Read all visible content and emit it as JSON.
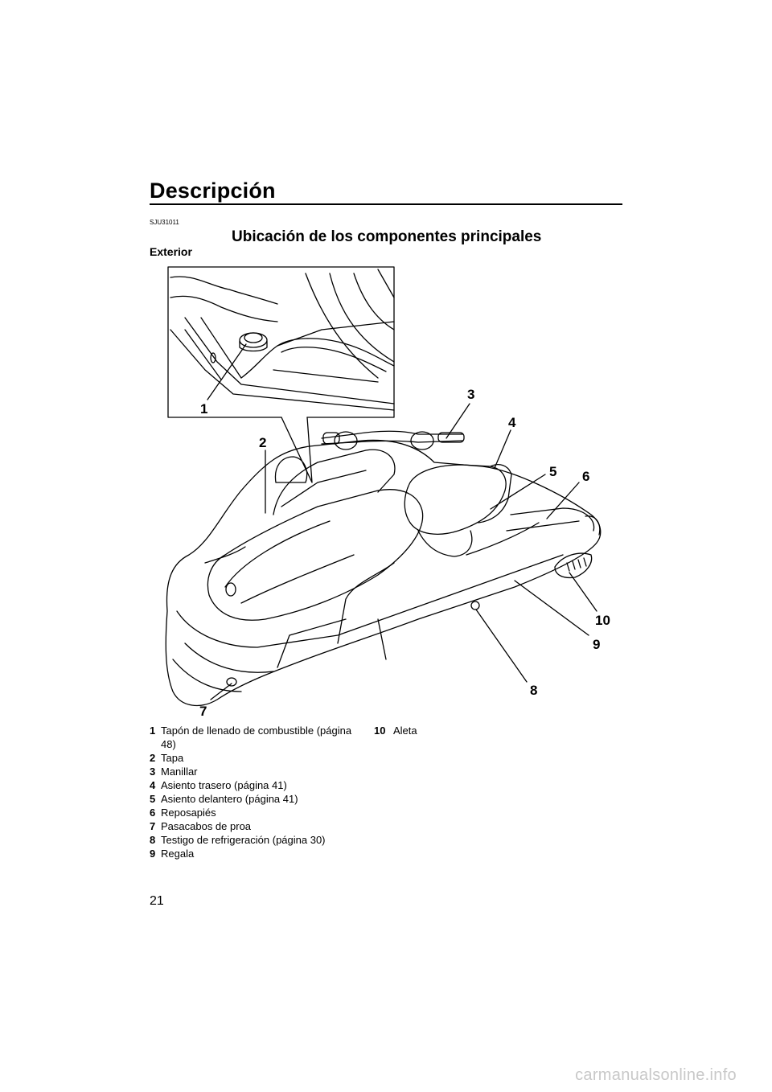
{
  "header": {
    "title": "Descripción",
    "page_number": "21"
  },
  "section": {
    "code": "SJU31011",
    "title": "Ubicación de los componentes principales",
    "subheading": "Exterior"
  },
  "figure": {
    "callouts": [
      "1",
      "2",
      "3",
      "4",
      "5",
      "6",
      "7",
      "8",
      "9",
      "10"
    ]
  },
  "legend": {
    "left": [
      {
        "num": "1",
        "text": "Tapón de llenado de combustible (página 48)"
      },
      {
        "num": "2",
        "text": "Tapa"
      },
      {
        "num": "3",
        "text": "Manillar"
      },
      {
        "num": "4",
        "text": "Asiento trasero (página 41)"
      },
      {
        "num": "5",
        "text": "Asiento delantero (página 41)"
      },
      {
        "num": "6",
        "text": "Reposapiés"
      },
      {
        "num": "7",
        "text": "Pasacabos de proa"
      },
      {
        "num": "8",
        "text": "Testigo de refrigeración (página 30)"
      },
      {
        "num": "9",
        "text": "Regala"
      }
    ],
    "right": [
      {
        "num": "10",
        "text": "Aleta"
      }
    ]
  },
  "footer": {
    "watermark": "carmanualsonline.info"
  }
}
